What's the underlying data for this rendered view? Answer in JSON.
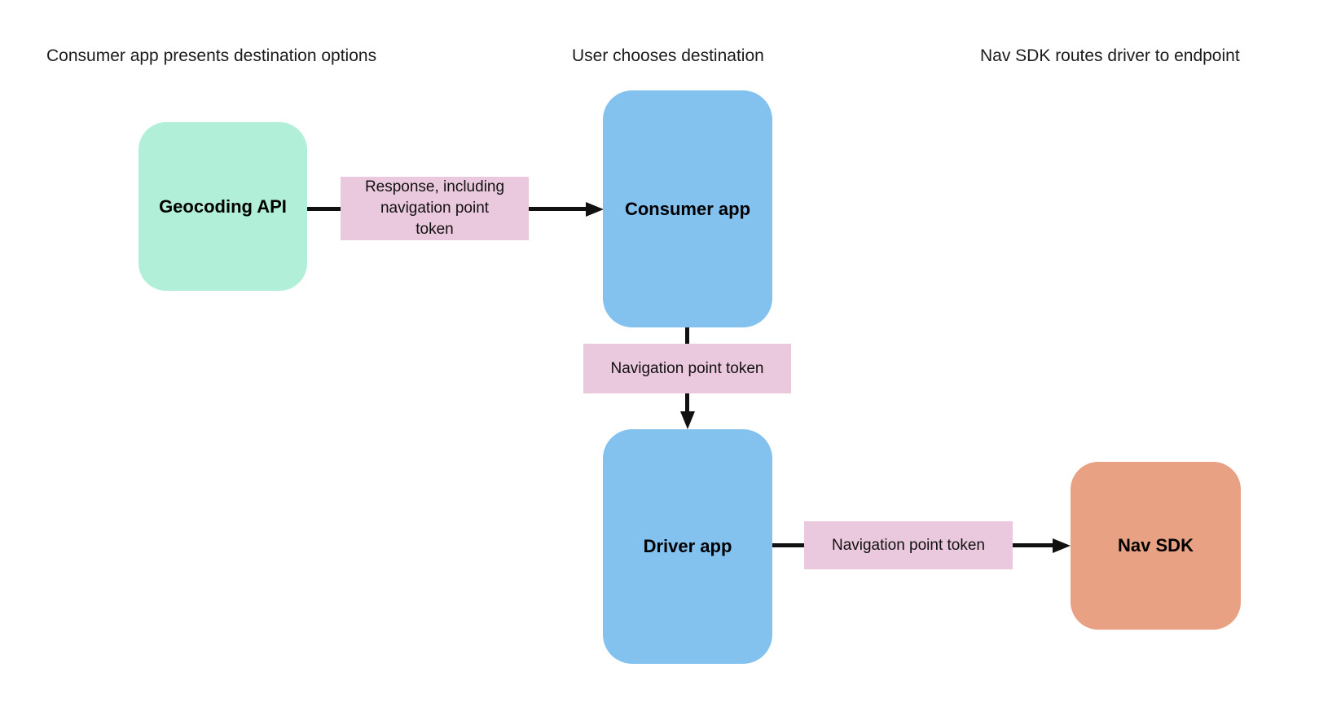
{
  "diagram": {
    "stage_headers": [
      {
        "label": "Consumer app presents destination options"
      },
      {
        "label": "User chooses destination"
      },
      {
        "label": "Nav SDK routes driver to endpoint"
      }
    ],
    "nodes": [
      {
        "id": "geocoding-api",
        "label": "Geocoding API",
        "color": "#b1efd8"
      },
      {
        "id": "consumer-app",
        "label": "Consumer app",
        "color": "#83c1ef"
      },
      {
        "id": "driver-app",
        "label": "Driver app",
        "color": "#83c1ef"
      },
      {
        "id": "nav-sdk",
        "label": "Nav SDK",
        "color": "#e8a183"
      }
    ],
    "edges": [
      {
        "from": "geocoding-api",
        "to": "consumer-app",
        "direction": "right",
        "label": "Response, including navigation point token"
      },
      {
        "from": "consumer-app",
        "to": "driver-app",
        "direction": "down",
        "label": "Navigation point token"
      },
      {
        "from": "driver-app",
        "to": "nav-sdk",
        "direction": "right",
        "label": "Navigation point token"
      }
    ],
    "colors": {
      "background": "#ffffff",
      "edge_label_bg": "#eac8dd",
      "arrow": "#111111",
      "text": "#111111"
    }
  }
}
